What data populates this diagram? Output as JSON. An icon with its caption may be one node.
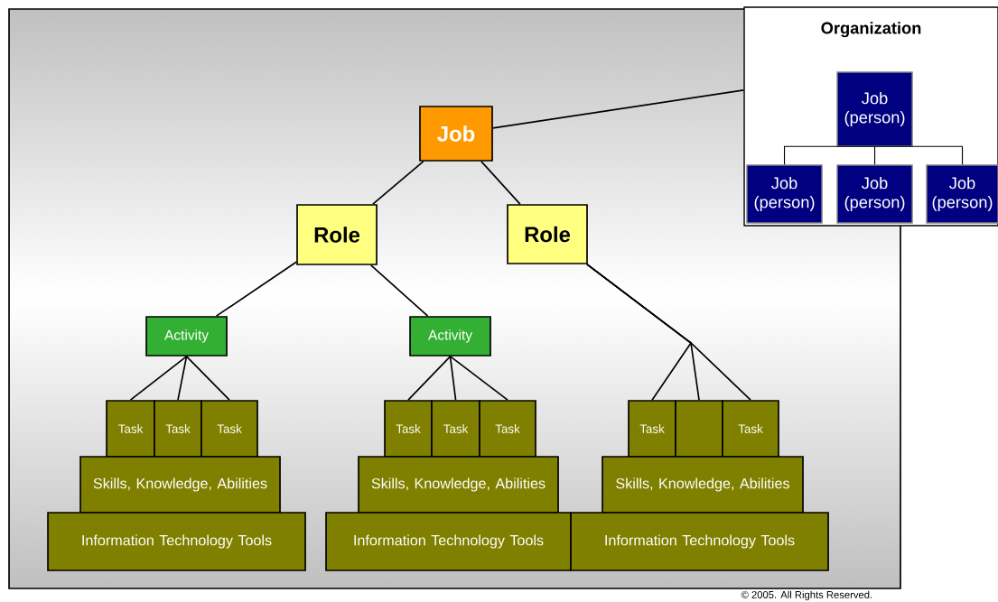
{
  "diagram": {
    "nodes": [
      {
        "text": [],
        "shape": "box"
      },
      {
        "text": [
          "Organization"
        ]
      },
      {
        "text": [
          "Job (person)"
        ],
        "in": 1
      },
      {
        "text": [
          "Job (person)"
        ]
      },
      {
        "text": [
          "Job (person)"
        ],
        "in": 1
      },
      {
        "text": [
          "Job (person)"
        ],
        "in": 1
      },
      {
        "text": [
          "Job"
        ],
        "in": 0
      },
      {
        "text": [
          "Role"
        ],
        "in": 0
      },
      {
        "text": [
          "Role"
        ],
        "in": 0
      },
      {
        "text": [
          "Activity"
        ],
        "in": 0
      },
      {
        "text": [
          "Activity"
        ],
        "in": 0
      },
      {
        "text": [
          "Task"
        ],
        "in": 0
      },
      {
        "text": [
          "Task"
        ],
        "in": 0
      },
      {
        "text": [
          "Task"
        ],
        "in": 0
      },
      {
        "text": [
          "Task"
        ],
        "in": 0
      },
      {
        "text": [
          "Task"
        ],
        "in": 0
      },
      {
        "text": [
          "Task"
        ],
        "in": 0
      },
      {
        "text": [
          "Task"
        ],
        "in": 0
      },
      {
        "text": [],
        "shape": "box",
        "in": 0
      },
      {
        "text": [
          "Task"
        ],
        "in": 0
      },
      {
        "text": [
          "Skills, Knowledge, Abilities"
        ],
        "in": 0
      },
      {
        "text": [
          "Skills, Knowledge, Abilities"
        ],
        "in": 0
      },
      {
        "text": [
          "Skills, Knowledge, Abilities"
        ],
        "in": 0
      },
      {
        "text": [
          "Information Technology Tools"
        ],
        "in": 0
      },
      {
        "text": [
          "Information Technology Tools"
        ],
        "in": 0
      },
      {
        "text": [
          "Information Technology Tools"
        ],
        "in": 0
      }
    ],
    "edges": [
      {
        "from": 6,
        "to": 1,
        "arrow": "none"
      },
      {
        "from": 2,
        "to": 3,
        "arrow": "none"
      },
      {
        "from": 2,
        "to": 4,
        "arrow": "none"
      },
      {
        "from": 2,
        "to": 5,
        "arrow": "none"
      },
      {
        "from": 6,
        "to": 7,
        "arrow": "none"
      },
      {
        "from": 6,
        "to": 8,
        "arrow": "none"
      },
      {
        "from": 7,
        "to": 9,
        "arrow": "none"
      },
      {
        "from": 7,
        "to": 10,
        "arrow": "none"
      },
      {
        "from": 9,
        "to": 11,
        "arrow": "none"
      },
      {
        "from": 9,
        "to": 12,
        "arrow": "none"
      },
      {
        "from": 9,
        "to": 13,
        "arrow": "none"
      },
      {
        "from": 10,
        "to": 14,
        "arrow": "none"
      },
      {
        "from": 10,
        "to": 15,
        "arrow": "none"
      },
      {
        "from": 10,
        "to": 16,
        "arrow": "none"
      },
      {
        "from": 8,
        "to": 17,
        "arrow": "none"
      },
      {
        "from": 8,
        "to": 18,
        "arrow": "none"
      },
      {
        "from": 8,
        "to": 19,
        "arrow": "none"
      }
    ],
    "labels": [
      "© 2005. All Rights Reserved."
    ]
  }
}
